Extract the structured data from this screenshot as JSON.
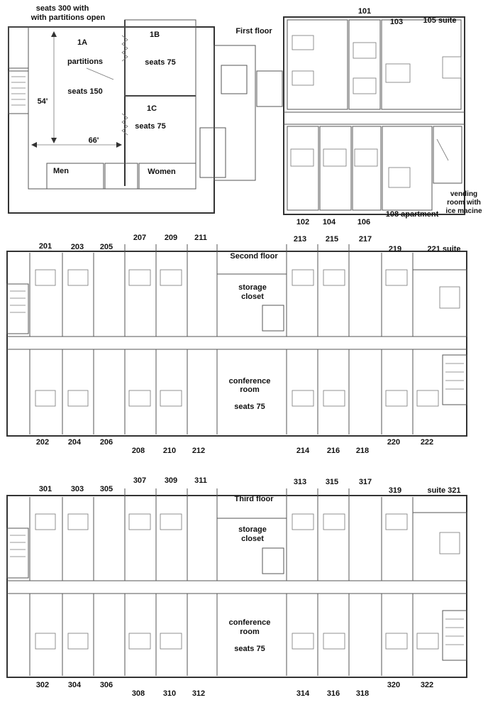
{
  "floor1": {
    "title": "First floor",
    "note_line1": "seats 300 with",
    "note_line2": "with partitions open",
    "room_1a": "1A",
    "partitions": "partitions",
    "seats_1a": "seats 150",
    "room_1b": "1B",
    "seats_1b": "seats 75",
    "room_1c": "1C",
    "seats_1c": "seats 75",
    "dim_height": "54'",
    "dim_width": "66'",
    "men": "Men",
    "women": "Women",
    "vending_line1": "vending",
    "vending_line2": "room with",
    "vending_line3": "ice macine",
    "r101": "101",
    "r103": "103",
    "r105": "105 suite",
    "r102": "102",
    "r104": "104",
    "r106": "106",
    "r108": "108 apartment"
  },
  "floor2": {
    "title": "Second floor",
    "storage_line1": "storage",
    "storage_line2": "closet",
    "conf_line1": "conference",
    "conf_line2": "room",
    "conf_seats": "seats 75",
    "top": [
      "201",
      "203",
      "205",
      "207",
      "209",
      "211",
      "213",
      "215",
      "217",
      "219",
      "221 suite"
    ],
    "bottom": [
      "202",
      "204",
      "206",
      "208",
      "210",
      "212",
      "214",
      "216",
      "218",
      "220",
      "222"
    ]
  },
  "floor3": {
    "title": "Third floor",
    "storage_line1": "storage",
    "storage_line2": "closet",
    "conf_line1": "conference",
    "conf_line2": "room",
    "conf_seats": "seats 75",
    "top": [
      "301",
      "303",
      "305",
      "307",
      "309",
      "311",
      "313",
      "315",
      "317",
      "319",
      "suite 321"
    ],
    "bottom": [
      "302",
      "304",
      "306",
      "308",
      "310",
      "312",
      "314",
      "316",
      "318",
      "320",
      "322"
    ]
  }
}
